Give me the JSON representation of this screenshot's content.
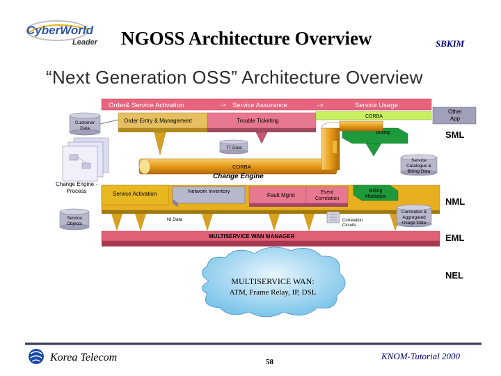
{
  "header": {
    "logo_brand": "CyberWorld",
    "logo_sub": "Leader",
    "slide_title": "NGOSS Architecture Overview",
    "author": "SBKIM"
  },
  "diagram": {
    "title": "“Next Generation OSS” Architecture Overview",
    "banner": {
      "stage1": "Order& Service Activation",
      "arrow1": "->",
      "stage2": "Service Assurance",
      "arrow2": "->",
      "stage3": "Service Usage"
    },
    "layers": {
      "sml": "SML",
      "nml": "NML",
      "eml": "EML",
      "nel": "NEL"
    },
    "nodes": {
      "customer_data_1": "Customer",
      "customer_data_2": "Data",
      "order_entry": "Order Entry & Management",
      "trouble_ticketing": "Trouble Ticketing",
      "corba_top": "CORBA",
      "other_app_1": "Other",
      "other_app_2": "App",
      "billing": "Billing",
      "tt_data": "TT Data",
      "service_catalogue_1": "Service",
      "service_catalogue_2": "Catalogue &",
      "service_catalogue_3": "Billing Data",
      "corba_pipe": "CORBA",
      "change_engine": "Change Engine",
      "change_process_1": "Change Engine -",
      "change_process_2": "Process",
      "service_activation": "Service Activation",
      "network_inventory": "Network Inventory",
      "fault_mgmt": "Fault Mgmt",
      "event_correlation_1": "Event",
      "event_correlation_2": "Correlation",
      "billing_mediation_1": "Billing",
      "billing_mediation_2": "Mediation",
      "service_objects_1": "Service",
      "service_objects_2": "Objects",
      "ni_data": "NI Data",
      "correlation_circuits_1": "Correlation",
      "correlation_circuits_2": "Circuits",
      "correlated_usage_1": "Correlated &",
      "correlated_usage_2": "Aggregated",
      "correlated_usage_3": "Usage Data",
      "wan_manager": "MULTISERVICE WAN MANAGER",
      "cloud_line1": "MULTISERVICE WAN:",
      "cloud_line2": "ATM, Frame Relay, IP, DSL"
    }
  },
  "footer": {
    "company": "Korea Telecom",
    "page_number": "58",
    "event": "KNOM-Tutorial 2000"
  },
  "colors": {
    "banner": "#e8647e",
    "nml_bar": "#e8b020",
    "eml_bar": "#e06078",
    "pipe": "#e8a020",
    "billing_green": "#1e9a3c",
    "cloud": "#9bd4f0",
    "title_navy": "#000080"
  },
  "icons": [
    "company-logo-icon",
    "korea-telecom-logo-icon",
    "cloud-icon",
    "document-stack-icon",
    "database-cylinder-icon"
  ]
}
